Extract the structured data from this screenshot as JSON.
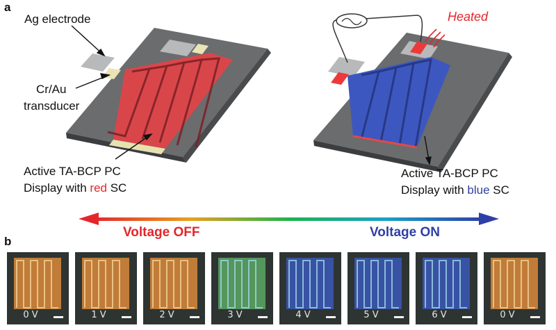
{
  "panel_a": {
    "letter": "a",
    "ag_electrode": "Ag electrode",
    "cr_au_line1": "Cr/Au",
    "cr_au_line2": "transducer",
    "left_display_line1": "Active TA-BCP PC",
    "left_display_line2_prefix": "Display with ",
    "left_display_color_word": "red",
    "left_display_line2_suffix": " SC",
    "heated": "Heated",
    "right_display_line1": "Active TA-BCP PC",
    "right_display_line2_prefix": "Display with ",
    "right_display_color_word": "blue",
    "right_display_line2_suffix": " SC",
    "voltage_off": "Voltage OFF",
    "voltage_on": "Voltage ON"
  },
  "panel_b": {
    "letter": "b",
    "tiles": [
      {
        "label": "0 V",
        "state": "orange"
      },
      {
        "label": "1 V",
        "state": "orange"
      },
      {
        "label": "2 V",
        "state": "orange"
      },
      {
        "label": "3 V",
        "state": "green"
      },
      {
        "label": "4 V",
        "state": "blue"
      },
      {
        "label": "5 V",
        "state": "blue"
      },
      {
        "label": "6 V",
        "state": "blue"
      },
      {
        "label": "0 V",
        "state": "orange"
      }
    ]
  },
  "colors": {
    "red_accent": "#e4262b",
    "blue_accent": "#2f3fa8",
    "red_sc": "#d9464a",
    "blue_sc": "#3d57c0",
    "substrate": "#6a6c6e"
  }
}
